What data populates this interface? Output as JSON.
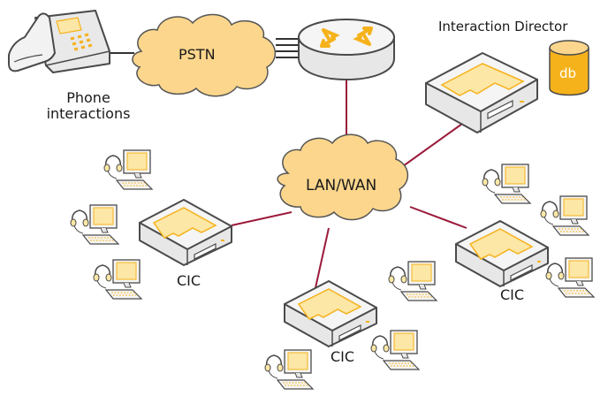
{
  "labels": {
    "pstn": "PSTN",
    "lanwan": "LAN/WAN",
    "director": "Interaction Director",
    "db": "db",
    "phone_line1": "Phone",
    "phone_line2": "interactions",
    "cic_left": "CIC",
    "cic_bottom": "CIC",
    "cic_right": "CIC"
  },
  "colors": {
    "cloud_fill": "#fbd68c",
    "accent": "#f5b21b",
    "device_body": "#e7e7e7",
    "device_top": "#f5f5f5",
    "outline": "#4a4a4a",
    "link": "#9b1b3a",
    "line": "#333333"
  },
  "icons": [
    "desk-phone-icon",
    "router-icon",
    "server-icon",
    "database-icon",
    "agent-workstation-icon",
    "cloud-icon"
  ]
}
